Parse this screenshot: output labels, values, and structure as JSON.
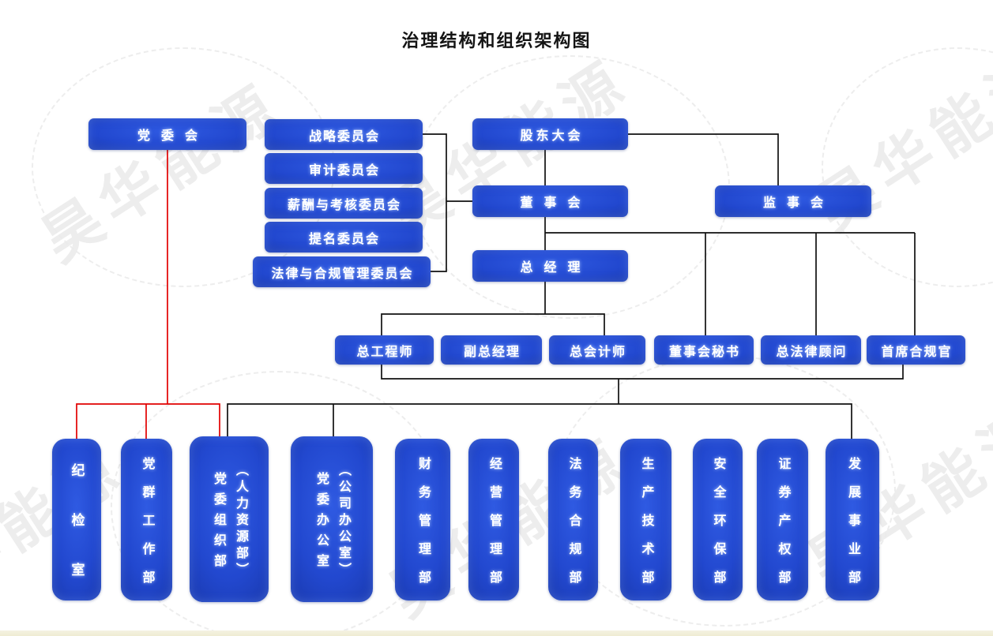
{
  "title": "治理结构和组织架构图",
  "watermark": {
    "text": "昊华能源"
  },
  "colors": {
    "box_gradient_center": "#2f5ae2",
    "box_gradient_edge": "#102a8e",
    "box_text": "#ffffff",
    "connector_black": "#111111",
    "connector_red": "#e10000",
    "watermark_gray": "#ebebeb",
    "bottom_strip": "#efecd2"
  },
  "nodes": {
    "party_committee": "党委会",
    "committees": [
      "战略委员会",
      "审计委员会",
      "薪酬与考核委员会",
      "提名委员会",
      "法律与合规管理委员会"
    ],
    "shareholders_meeting": "股东大会",
    "board_of_directors": "董事会",
    "supervisory_board": "监事会",
    "general_manager": "总经理",
    "executives": [
      "总工程师",
      "副总经理",
      "总会计师",
      "董事会秘书",
      "总法律顾问",
      "首席合规官"
    ],
    "departments": [
      {
        "label": "纪检室"
      },
      {
        "label": "党群工作部"
      },
      {
        "label": "党委组织部",
        "sub": "（人力资源部）"
      },
      {
        "label": "党委办公室",
        "sub": "（公司办公室）"
      },
      {
        "label": "财务管理部"
      },
      {
        "label": "经营管理部"
      },
      {
        "label": "法务合规部"
      },
      {
        "label": "生产技术部"
      },
      {
        "label": "安全环保部"
      },
      {
        "label": "证券产权部"
      },
      {
        "label": "发展事业部"
      }
    ]
  }
}
